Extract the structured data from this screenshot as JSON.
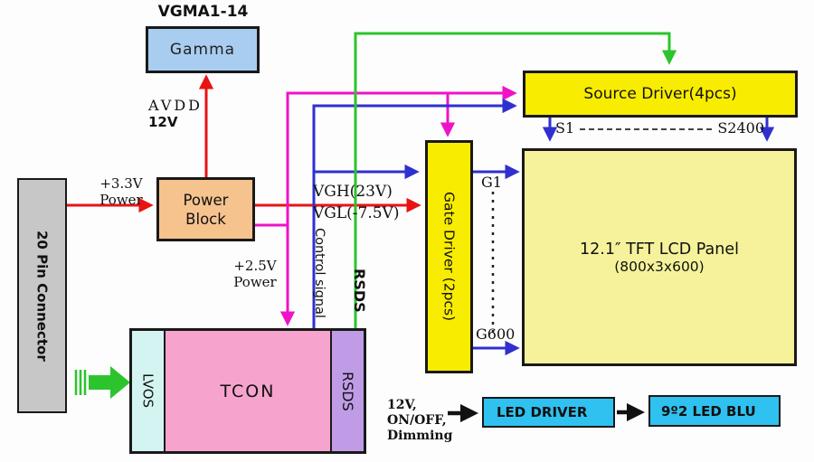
{
  "diagram": {
    "blocks": {
      "connector": {
        "label": "20 Pin Connector"
      },
      "gamma": {
        "label": "Gamma",
        "top_label": "VGMA1-14"
      },
      "power": {
        "line1": "Power",
        "line2": "Block"
      },
      "tcon": {
        "lvos": "LVOS",
        "main": "TCON",
        "rsds": "RSDS"
      },
      "gate_driver": {
        "label": "Gate Driver (2pcs)"
      },
      "source_driver": {
        "label": "Source Driver(4pcs)"
      },
      "lcd_panel": {
        "line1": "12.1″ TFT LCD Panel",
        "line2": "(800x3x600)"
      },
      "led_driver": {
        "label": "LED DRIVER"
      },
      "led_blu": {
        "label": "9º2 LED BLU"
      }
    },
    "labels": {
      "avdd_1": "AVDD",
      "avdd_2": "12V",
      "p33_1": "+3.3V",
      "p33_2": "Power",
      "p25_1": "+2.5V",
      "p25_2": "Power",
      "vgh": "VGH(23V)",
      "vgl": "VGL(-7.5V)",
      "control_signal": "Control signal",
      "rsds_signal": "RSDS",
      "s_start": "S1",
      "s_end": "S2400",
      "g_start": "G1",
      "g_end": "G600",
      "led_in_1": "12V,",
      "led_in_2": "ON/OFF,",
      "led_in_3": "Dimming"
    },
    "colors": {
      "red_line": "#e81414",
      "magenta_line": "#f012c9",
      "blue_line": "#3030cf",
      "green_line": "#2cc42c",
      "black_line": "#111111",
      "connector_bg": "#c7c7c7",
      "gamma_bg": "#a9cdf0",
      "power_bg": "#f6c28d",
      "tcon_bg": "#f6a3cd",
      "lvos_bg": "#d4f4f2",
      "rsds_bg": "#c09ce6",
      "driver_bg": "#f8ec00",
      "lcd_bg": "#f6f29b",
      "led_bg": "#2fc1ef"
    }
  }
}
